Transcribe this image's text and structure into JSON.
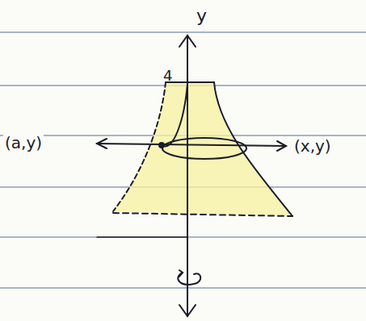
{
  "diagram": {
    "labels": [
      "y",
      "4",
      "(a,y)",
      "(x,y)"
    ]
  }
}
